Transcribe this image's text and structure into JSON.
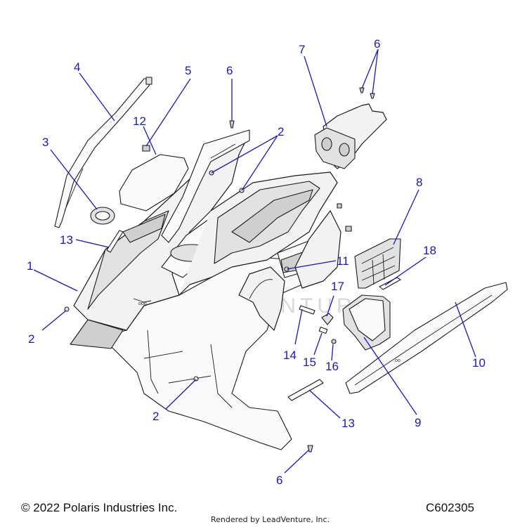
{
  "callouts": [
    "1",
    "2",
    "2",
    "2",
    "3",
    "4",
    "5",
    "6",
    "6",
    "6",
    "7",
    "8",
    "9",
    "10",
    "11",
    "12",
    "13",
    "13",
    "14",
    "15",
    "16",
    "17",
    "18"
  ],
  "watermark": "LEADVENTURE",
  "footer": {
    "copyright": "© 2022 Polaris Industries Inc.",
    "rendered_by": "Rendered by LeadVenture, Inc.",
    "diagram_code": "C602305"
  }
}
